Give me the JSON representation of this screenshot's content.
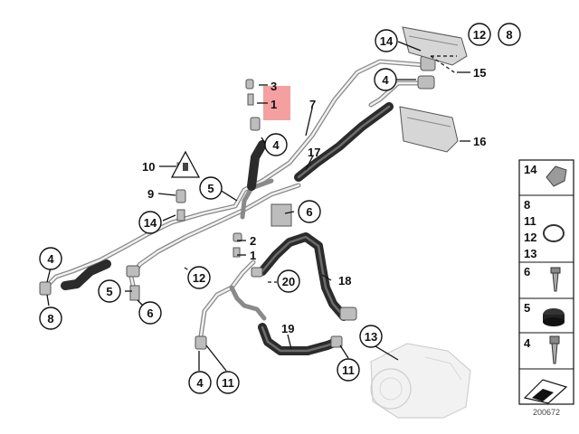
{
  "callouts": {
    "c1a": "1",
    "c3": "3",
    "c7": "7",
    "c14a": "14",
    "c12a": "12",
    "c8a": "8",
    "c15": "15",
    "c4a": "4",
    "c16": "16",
    "c4b": "4",
    "c17": "17",
    "c10": "10",
    "c5a": "5",
    "c6a": "6",
    "c9": "9",
    "c14b": "14",
    "c2": "2",
    "c1b": "1",
    "c4c": "4",
    "c12b": "12",
    "c20": "20",
    "c18": "18",
    "c5b": "5",
    "c6b": "6",
    "c8b": "8",
    "c19": "19",
    "c13": "13",
    "c4d": "4",
    "c11a": "11",
    "c11b": "11"
  },
  "legend": {
    "row1": "14",
    "row2": [
      "8",
      "11",
      "12",
      "13"
    ],
    "row3": "6",
    "row4": "5",
    "row5": "4"
  },
  "diagram_id": "200672",
  "colors": {
    "highlight": "#f4a0a0",
    "pipe": "#8a8a8a",
    "hose": "#2b2b2b",
    "line": "#111111"
  },
  "icons": [
    "warning-triangle-icon",
    "connector-arrow-icon"
  ]
}
